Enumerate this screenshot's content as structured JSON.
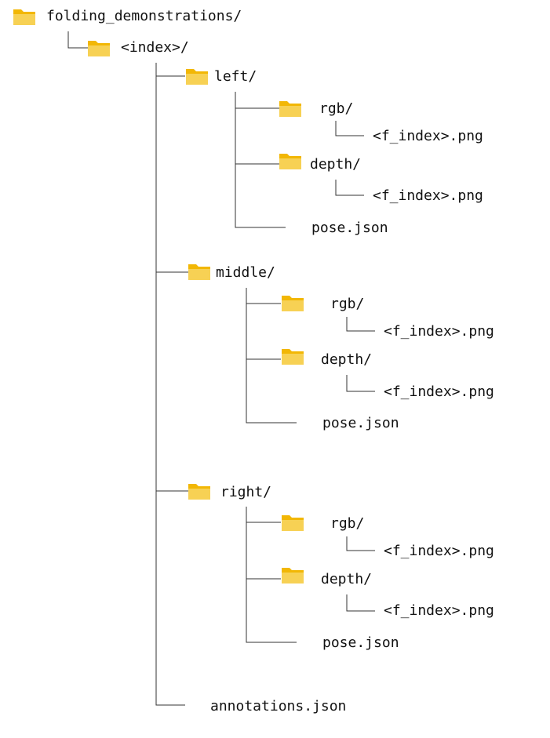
{
  "colors": {
    "folder_back": "#F2B705",
    "folder_front": "#F7D154",
    "line": "#333333",
    "text": "#111111"
  },
  "tree": {
    "root": {
      "label": "folding_demonstrations/",
      "icon": "folder-icon"
    },
    "index": {
      "label": "<index>/",
      "icon": "folder-icon"
    },
    "left": {
      "label": "left/",
      "icon": "folder-icon",
      "rgb": {
        "label": "rgb/",
        "file": "<f_index>.png"
      },
      "depth": {
        "label": "depth/",
        "file": "<f_index>.png"
      },
      "pose": "pose.json"
    },
    "middle": {
      "label": "middle/",
      "icon": "folder-icon",
      "rgb": {
        "label": "rgb/",
        "file": "<f_index>.png"
      },
      "depth": {
        "label": "depth/",
        "file": "<f_index>.png"
      },
      "pose": "pose.json"
    },
    "right": {
      "label": "right/",
      "icon": "folder-icon",
      "rgb": {
        "label": "rgb/",
        "file": "<f_index>.png"
      },
      "depth": {
        "label": "depth/",
        "file": "<f_index>.png"
      },
      "pose": "pose.json"
    },
    "annotations": "annotations.json"
  }
}
